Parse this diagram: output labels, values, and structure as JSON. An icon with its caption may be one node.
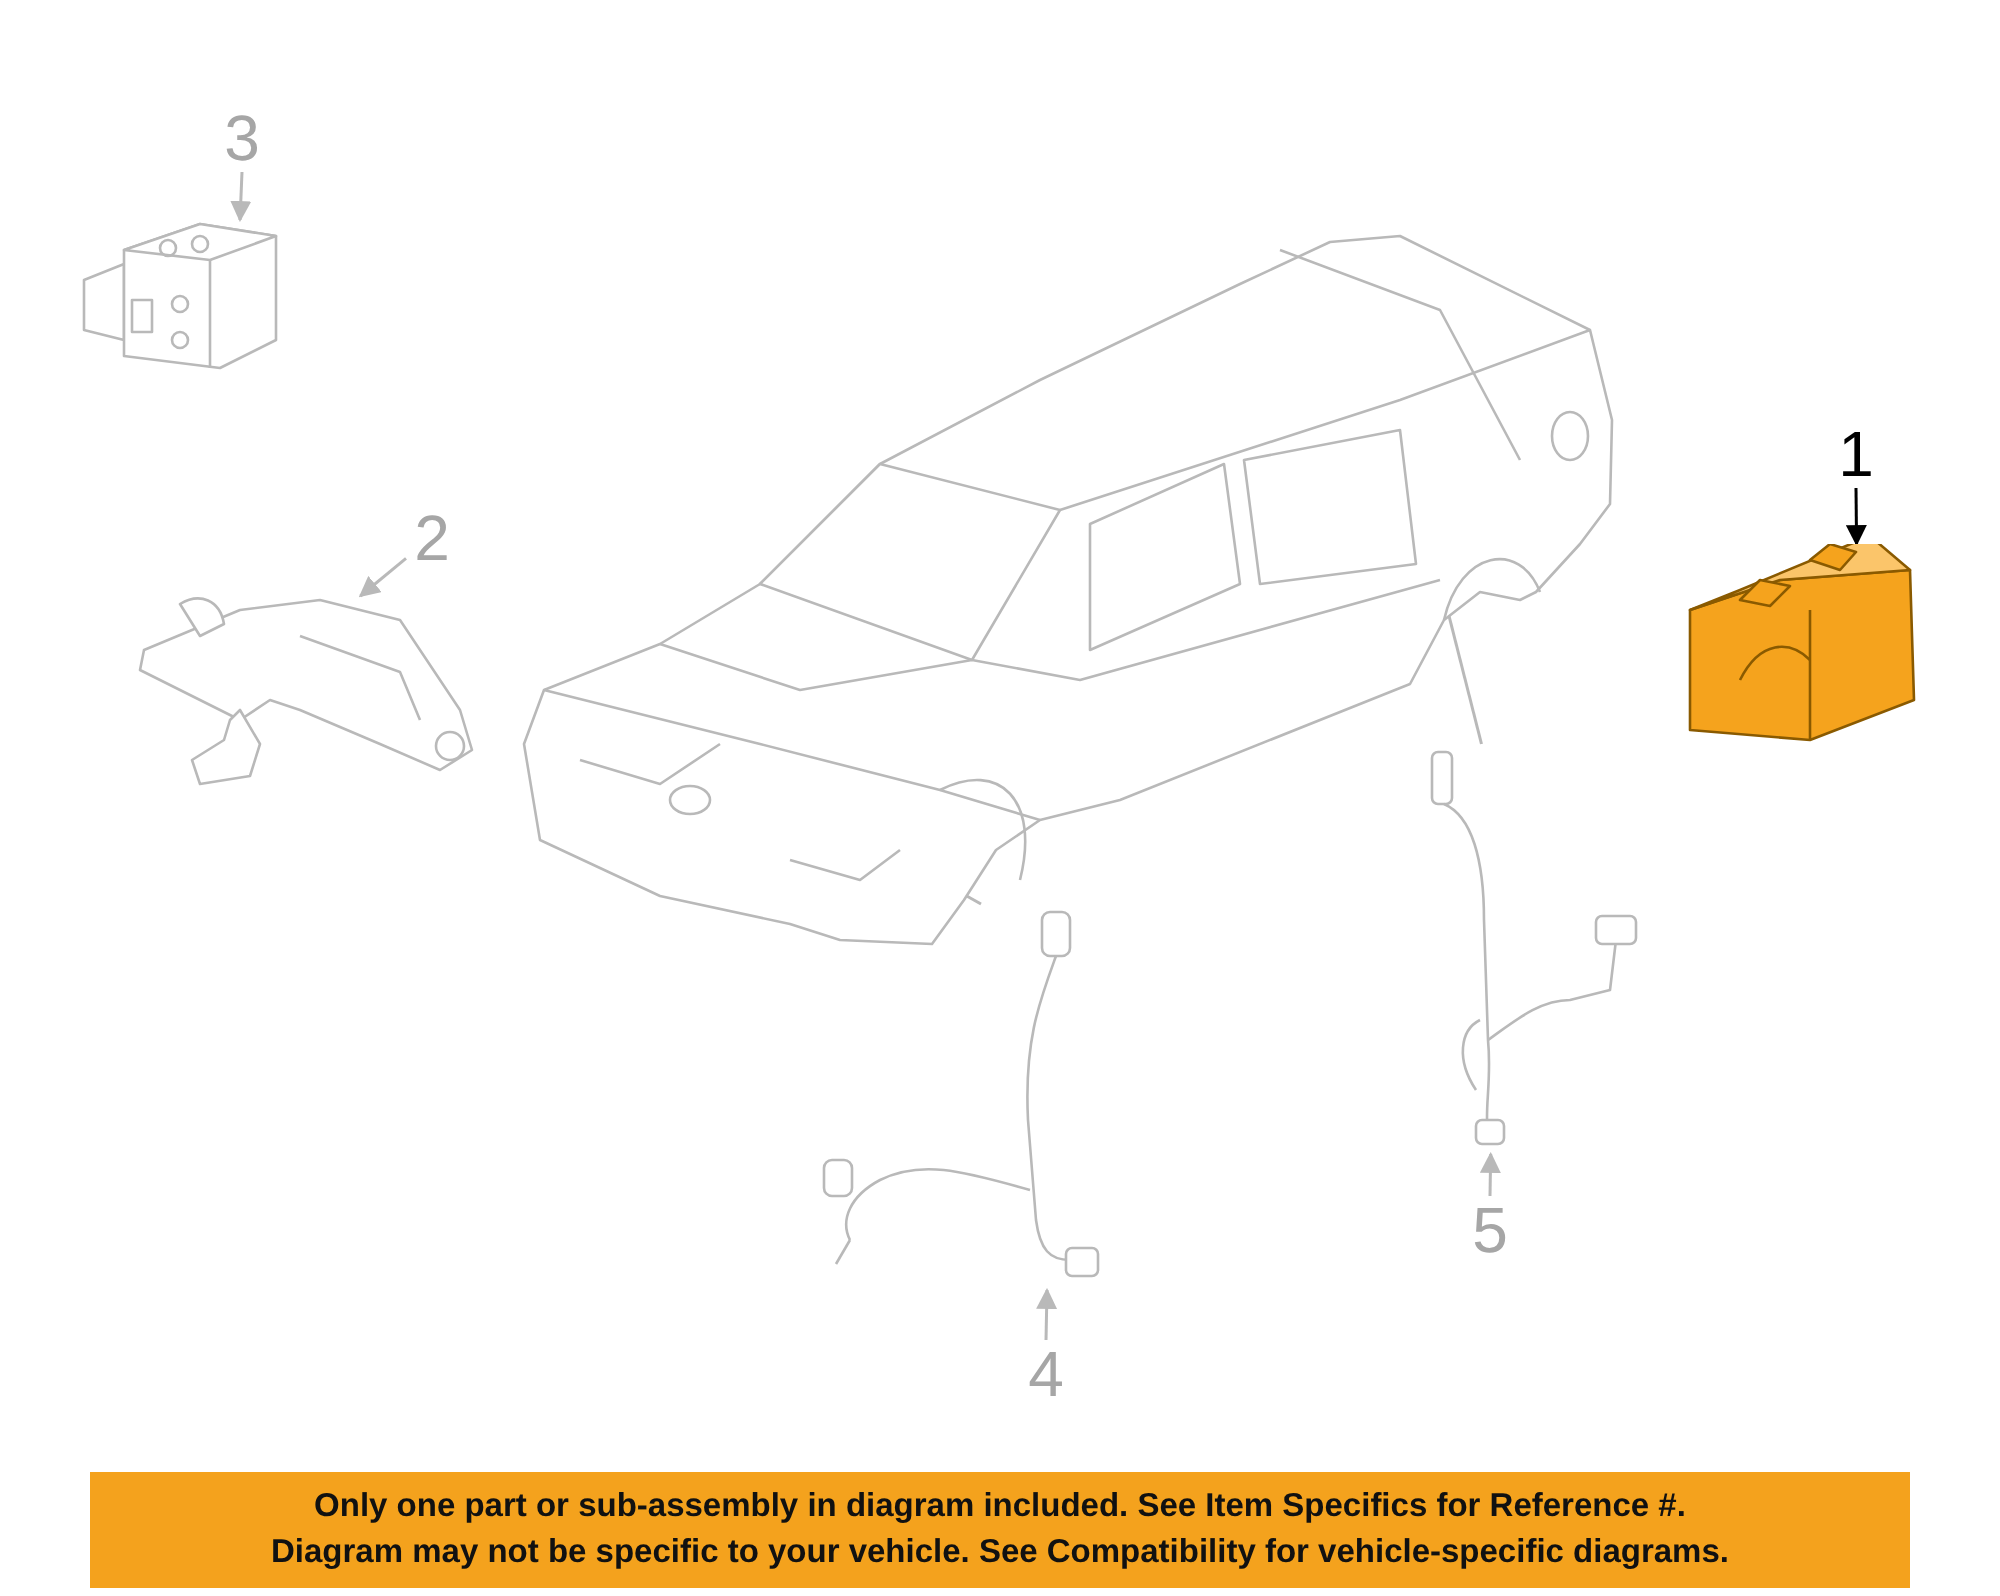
{
  "diagram": {
    "nodes": [
      {
        "text": [
          "3"
        ]
      },
      {
        "text": [],
        "shape": "picture"
      },
      {
        "text": [
          "2"
        ]
      },
      {
        "text": [],
        "shape": "picture"
      },
      {
        "text": [],
        "shape": "picture"
      },
      {
        "text": [
          "1"
        ]
      },
      {
        "text": [],
        "shape": "picture"
      },
      {
        "text": [],
        "shape": "picture"
      },
      {
        "text": [],
        "shape": "picture"
      },
      {
        "text": [
          "5"
        ]
      },
      {
        "text": [
          "4"
        ]
      },
      {
        "text": [
          "Only one part or sub-assembly in diagram included. See Item Specifics for Reference #.",
          "Diagram may not be specific to your vehicle. See Compatibility for vehicle-specific diagrams."
        ]
      }
    ],
    "edges": [
      {
        "from": 0,
        "to": 1,
        "arrow": "to"
      },
      {
        "from": 2,
        "to": 3,
        "arrow": "to"
      },
      {
        "from": 5,
        "to": 6,
        "arrow": "to",
        "color": "#000000"
      },
      {
        "from": 9,
        "to": 7,
        "arrow": "to"
      },
      {
        "from": 10,
        "to": 8,
        "arrow": "to"
      },
      {
        "from": 7,
        "to": 4,
        "arrow": "none"
      },
      {
        "from": 8,
        "to": 4,
        "arrow": "none"
      }
    ]
  }
}
